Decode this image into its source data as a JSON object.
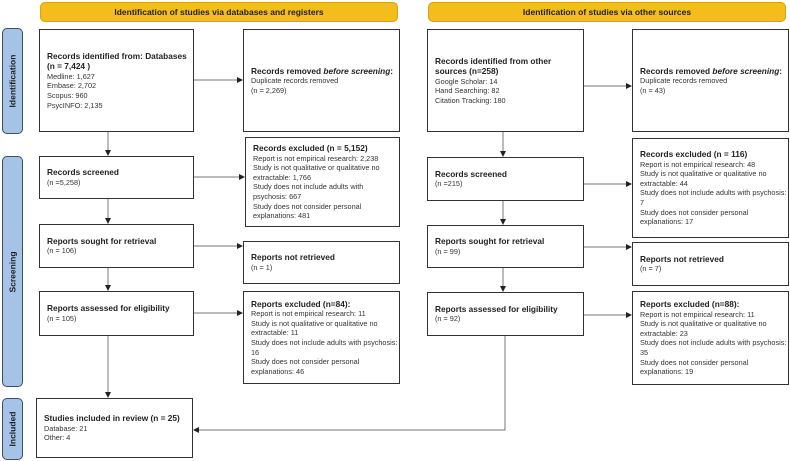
{
  "headers": {
    "databases": "Identification of studies via databases and registers",
    "other": "Identification of studies via other sources"
  },
  "stages": {
    "identification": "Identification",
    "screening": "Screening",
    "included": "Included"
  },
  "colors": {
    "header": "#f4bd1c",
    "stage_tab": "#a5c3e6",
    "border": "#333333"
  },
  "boxes": [
    {
      "id": "db-identified",
      "title": [
        {
          "text": "Records identified from: Databases (n = 7,424 )"
        }
      ],
      "lines": [
        "Medline: 1,627",
        "Embase: 2,702",
        "Scopus: 960",
        "PsycINFO: 2,135"
      ]
    },
    {
      "id": "db-removed",
      "title": [
        {
          "text": "Records removed "
        },
        {
          "text": "before screening",
          "italic": true
        },
        {
          "text": ":"
        }
      ],
      "lines": [
        "Duplicate records removed",
        "(n = 2,269)"
      ]
    },
    {
      "id": "db-screened",
      "title": [
        {
          "text": "Records screened"
        }
      ],
      "lines": [
        "(n =5,258)"
      ]
    },
    {
      "id": "db-excluded",
      "title": [
        {
          "text": "Records excluded (n = 5,152)"
        }
      ],
      "lines": [
        "Report is not empirical research: 2,238",
        "Study is not qualitative or qualitative no extractable: 1,766",
        "Study does not include adults with psychosis: 667",
        "Study does not consider personal explanations: 481"
      ]
    },
    {
      "id": "db-sought",
      "title": [
        {
          "text": "Reports sought for retrieval"
        }
      ],
      "lines": [
        "(n = 106)"
      ]
    },
    {
      "id": "db-not-retrieved",
      "title": [
        {
          "text": "Reports not retrieved"
        }
      ],
      "lines": [
        "(n = 1)"
      ]
    },
    {
      "id": "db-assessed",
      "title": [
        {
          "text": "Reports assessed for eligibility"
        }
      ],
      "lines": [
        "(n = 105)"
      ]
    },
    {
      "id": "db-reports-excluded",
      "title": [
        {
          "text": "Reports excluded (n=84):"
        }
      ],
      "lines": [
        "Report is not empirical research: 11",
        "Study is not qualitative or qualitative no extractable: 11",
        "Study does not include adults with psychosis: 16",
        "Study does not consider personal explanations: 46"
      ]
    },
    {
      "id": "included",
      "title": [
        {
          "text": "Studies included in review (n = 25)"
        }
      ],
      "lines": [
        "Database: 21",
        "Other: 4"
      ]
    },
    {
      "id": "other-identified",
      "title": [
        {
          "text": "Records identified from other sources (n=258)"
        }
      ],
      "lines": [
        "Google Scholar: 14",
        "Hand Searching: 82",
        "Citation Tracking: 180"
      ]
    },
    {
      "id": "other-removed",
      "title": [
        {
          "text": "Records removed "
        },
        {
          "text": "before screening",
          "italic": true
        },
        {
          "text": ":"
        }
      ],
      "lines": [
        "Duplicate records removed",
        "(n = 43)"
      ]
    },
    {
      "id": "other-screened",
      "title": [
        {
          "text": "Records screened"
        }
      ],
      "lines": [
        "(n =215)"
      ]
    },
    {
      "id": "other-excluded",
      "title": [
        {
          "text": "Records excluded (n = 116)"
        }
      ],
      "lines": [
        "Report is not empirical research: 48",
        "Study is not qualitative or qualitative no extractable: 44",
        "Study does not include adults with psychosis: 7",
        "Study does not consider personal explanations: 17"
      ]
    },
    {
      "id": "other-sought",
      "title": [
        {
          "text": "Reports sought for retrieval"
        }
      ],
      "lines": [
        "(n = 99)"
      ]
    },
    {
      "id": "other-not-retrieved",
      "title": [
        {
          "text": "Reports not retrieved"
        }
      ],
      "lines": [
        "(n = 7)"
      ]
    },
    {
      "id": "other-assessed",
      "title": [
        {
          "text": "Reports assessed for eligibility"
        }
      ],
      "lines": [
        "(n = 92)"
      ]
    },
    {
      "id": "other-reports-excluded",
      "title": [
        {
          "text": "Reports excluded (n=88):"
        }
      ],
      "lines": [
        "Report is not empirical research: 11",
        "Study is not qualitative or qualitative no extractable: 23",
        "Study does not include adults with psychosis: 35",
        "Study does not consider personal explanations: 19"
      ]
    }
  ]
}
